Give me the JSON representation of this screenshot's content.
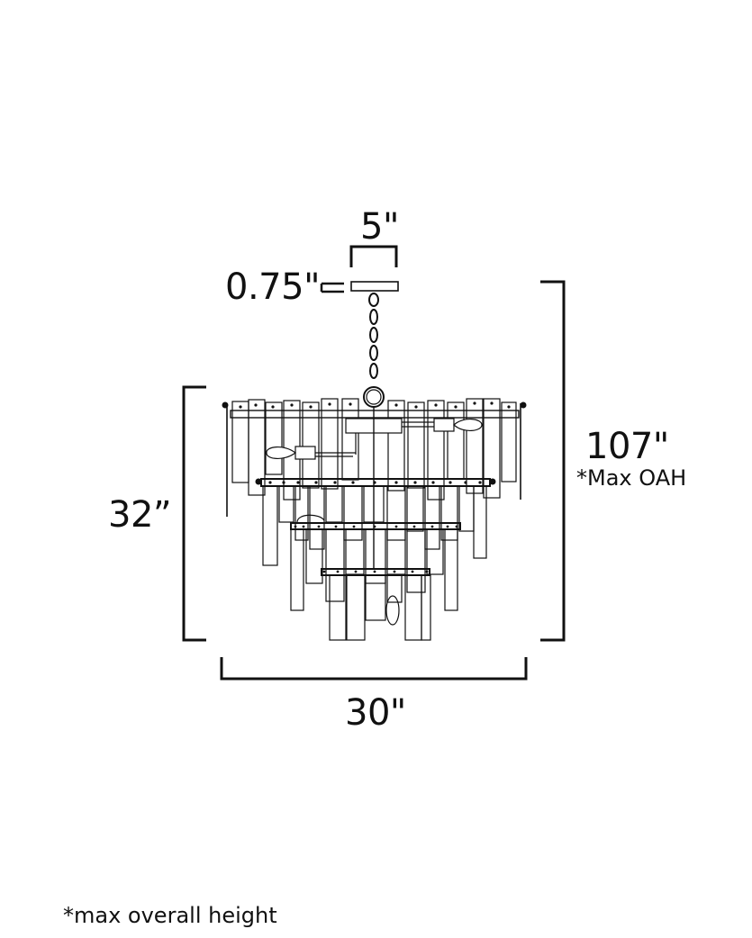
{
  "diagram": {
    "type": "product-dimension-drawing",
    "subject": "tiered crystal-bar chandelier",
    "line_color": "#111111",
    "background": "#ffffff"
  },
  "dimensions": {
    "canopy_width": "5\"",
    "canopy_height": "0.75\"",
    "overall_height": "107\"",
    "overall_height_note": "*Max OAH",
    "fixture_height": "32”",
    "fixture_width": "30\""
  },
  "footnote": "*max overall height"
}
